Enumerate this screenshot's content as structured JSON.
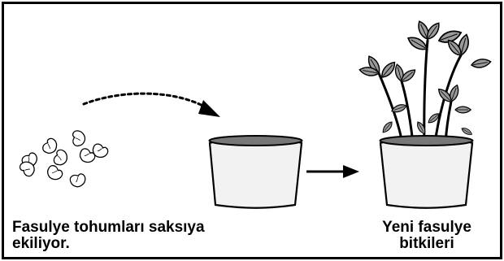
{
  "captions": {
    "left_line1": "Fasulye tohumları saksıya",
    "left_line2": "ekiliyor.",
    "right_line1": "Yeni fasulye",
    "right_line2": "bitkileri"
  },
  "colors": {
    "ink": "#000000",
    "pot_fill": "#f2f2f2",
    "pot_rim": "#777777",
    "leaf_fill": "#9a9a9a",
    "seed_fill": "#ffffff"
  },
  "icons": [
    "bean-seed-icon",
    "dotted-curved-arrow-icon",
    "empty-pot-icon",
    "right-arrow-icon",
    "bean-plant-pot-icon"
  ]
}
